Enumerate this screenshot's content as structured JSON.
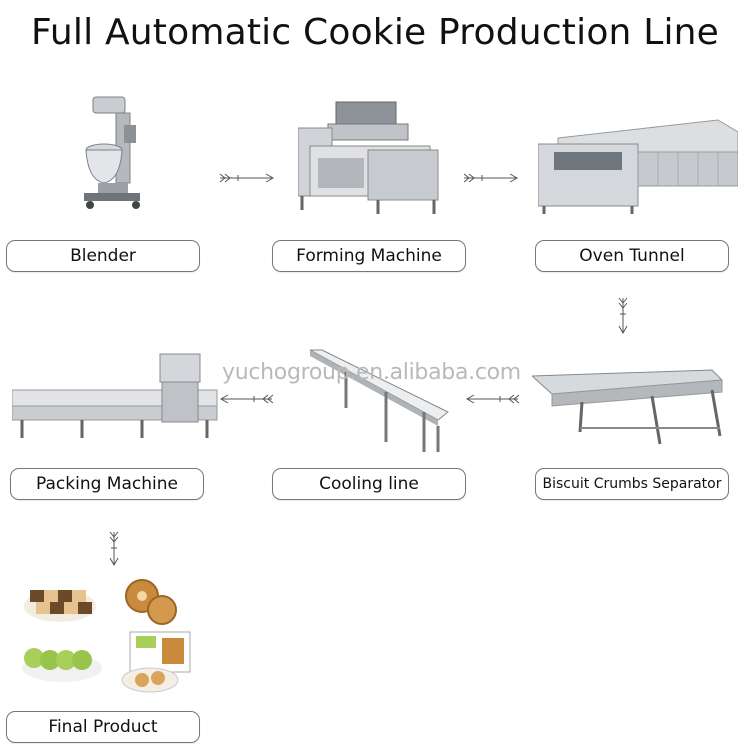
{
  "title": "Full Automatic Cookie Production Line",
  "watermark": "yuchogroup.en.alibaba.com",
  "steps": [
    {
      "label": "Blender",
      "icon": "blender-machine-icon"
    },
    {
      "label": "Forming Machine",
      "icon": "forming-machine-icon"
    },
    {
      "label": "Oven Tunnel",
      "icon": "oven-tunnel-icon"
    },
    {
      "label": "Biscuit Crumbs Separator",
      "icon": "crumbs-separator-icon"
    },
    {
      "label": "Cooling line",
      "icon": "cooling-conveyor-icon"
    },
    {
      "label": "Packing Machine",
      "icon": "packing-machine-icon"
    },
    {
      "label": "Final Product",
      "icon": "cookie-products-icon"
    }
  ],
  "colors": {
    "steel": "#c9ccd0",
    "steel_dark": "#7d8288",
    "box_border": "#777777",
    "arrow": "#555555",
    "cookie_brown": "#c98a3e",
    "cookie_green": "#a7cf5a"
  }
}
